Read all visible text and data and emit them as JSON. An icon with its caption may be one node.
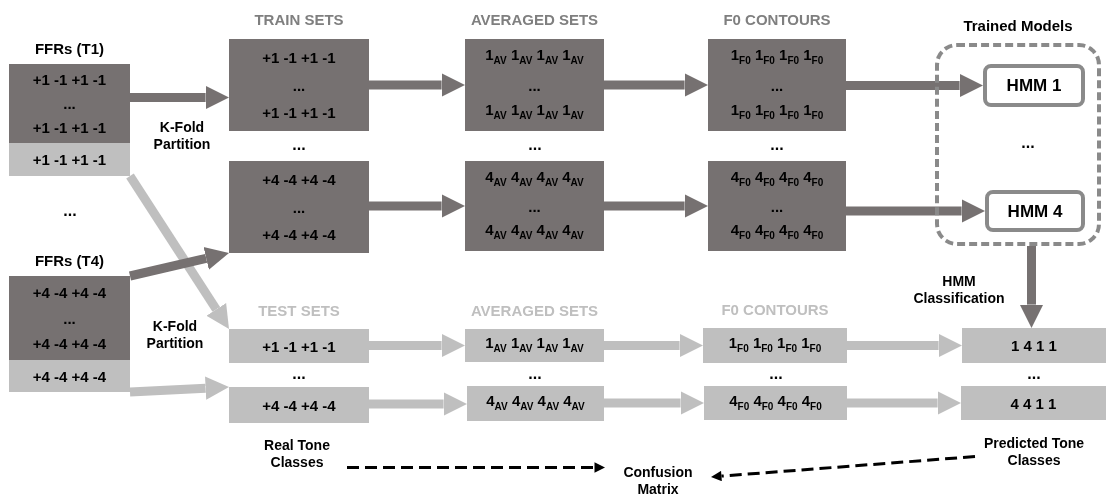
{
  "diagram": {
    "nodes": [
      {
        "text": [
          "FFRs (T1)",
          "+1 -1 +1 -1",
          "...",
          "+1 -1 +1 -1"
        ]
      },
      {
        "text": [
          "+1 -1 +1 -1"
        ]
      },
      {
        "text": [
          "FFRs (T4)",
          "+4 -4 +4 -4",
          "...",
          "+4 -4 +4 -4"
        ]
      },
      {
        "text": [
          "+4 -4 +4 -4"
        ]
      },
      {
        "text": [
          "TRAIN SETS",
          "+1 -1 +1 -1",
          "...",
          "+1 -1 +1 -1"
        ]
      },
      {
        "text": [
          "AVERAGED SETS",
          "1$_{AV}$ 1$_{AV}$ 1$_{AV}$ 1$_{AV}$",
          "...",
          "1$_{AV}$ 1$_{AV}$ 1$_{AV}$ 1$_{AV}$"
        ]
      },
      {
        "text": [
          "F0 CONTOURS",
          "1$_{F0}$ 1$_{F0}$ 1$_{F0}$ 1$_{F0}$",
          "...",
          "1$_{F0}$ 1$_{F0}$ 1$_{F0}$ 1$_{F0}$"
        ]
      },
      {
        "text": [
          "+4 -4 +4 -4",
          "...",
          "+4 -4 +4 -4"
        ]
      },
      {
        "text": [
          "4$_{AV}$ 4$_{AV}$ 4$_{AV}$ 4$_{AV}$",
          "...",
          "4$_{AV}$ 4$_{AV}$ 4$_{AV}$ 4$_{AV}$"
        ]
      },
      {
        "text": [
          "4$_{F0}$ 4$_{F0}$ 4$_{F0}$ 4$_{F0}$",
          "...",
          "4$_{F0}$ 4$_{F0}$ 4$_{F0}$ 4$_{F0}$"
        ]
      },
      {
        "text": [
          "Trained Models"
        ]
      },
      {
        "text": [
          "HMM 1"
        ],
        "in": 10
      },
      {
        "text": [
          "HMM 4"
        ],
        "in": 10
      },
      {
        "text": [
          "TEST SETS",
          "+1 -1 +1 -1"
        ]
      },
      {
        "text": [
          "AVERAGED SETS",
          "1$_{AV}$ 1$_{AV}$ 1$_{AV}$ 1$_{AV}$"
        ]
      },
      {
        "text": [
          "F0 CONTOURS",
          "1$_{F0}$ 1$_{F0}$ 1$_{F0}$ 1$_{F0}$"
        ]
      },
      {
        "text": [
          "1 4 1 1"
        ]
      },
      {
        "text": [
          "+4 -4 +4 -4"
        ]
      },
      {
        "text": [
          "4$_{AV}$ 4$_{AV}$ 4$_{AV}$ 4$_{AV}$"
        ]
      },
      {
        "text": [
          "4$_{F0}$ 4$_{F0}$ 4$_{F0}$ 4$_{F0}$"
        ]
      },
      {
        "text": [
          "4 4 1 1"
        ]
      },
      {
        "text": [
          "Real Tone Classes"
        ]
      },
      {
        "text": [
          "Predicted Tone Classes"
        ]
      },
      {
        "text": [
          "Confusion Matrix"
        ]
      }
    ],
    "edges": [
      {
        "from": 0,
        "to": 4,
        "arrow": "to"
      },
      {
        "from": 1,
        "to": 13,
        "arrow": "to",
        "color": "#bfbfbf"
      },
      {
        "from": 2,
        "to": 7,
        "arrow": "to"
      },
      {
        "from": 3,
        "to": 17,
        "arrow": "to",
        "color": "#bfbfbf"
      },
      {
        "from": 4,
        "to": 5,
        "arrow": "to"
      },
      {
        "from": 5,
        "to": 6,
        "arrow": "to"
      },
      {
        "from": 6,
        "to": 11,
        "arrow": "to"
      },
      {
        "from": 7,
        "to": 8,
        "arrow": "to"
      },
      {
        "from": 8,
        "to": 9,
        "arrow": "to"
      },
      {
        "from": 9,
        "to": 12,
        "arrow": "to"
      },
      {
        "from": 10,
        "to": 16,
        "arrow": "to"
      },
      {
        "from": 13,
        "to": 14,
        "arrow": "to",
        "color": "#bfbfbf"
      },
      {
        "from": 14,
        "to": 15,
        "arrow": "to",
        "color": "#bfbfbf"
      },
      {
        "from": 15,
        "to": 16,
        "arrow": "to",
        "color": "#bfbfbf"
      },
      {
        "from": 17,
        "to": 18,
        "arrow": "to",
        "color": "#bfbfbf"
      },
      {
        "from": 18,
        "to": 19,
        "arrow": "to",
        "color": "#bfbfbf"
      },
      {
        "from": 19,
        "to": 20,
        "arrow": "to",
        "color": "#bfbfbf"
      },
      {
        "from": 21,
        "to": 23,
        "arrow": "to",
        "style": "dashed",
        "color": "#000000"
      },
      {
        "from": 22,
        "to": 23,
        "arrow": "to",
        "style": "dashed",
        "color": "#000000"
      }
    ],
    "labels": [
      "K-Fold Partition",
      "...",
      "...",
      "...",
      "...",
      "...",
      "K-Fold Partition",
      "HMM Classification",
      "...",
      "...",
      "...",
      "..."
    ]
  }
}
